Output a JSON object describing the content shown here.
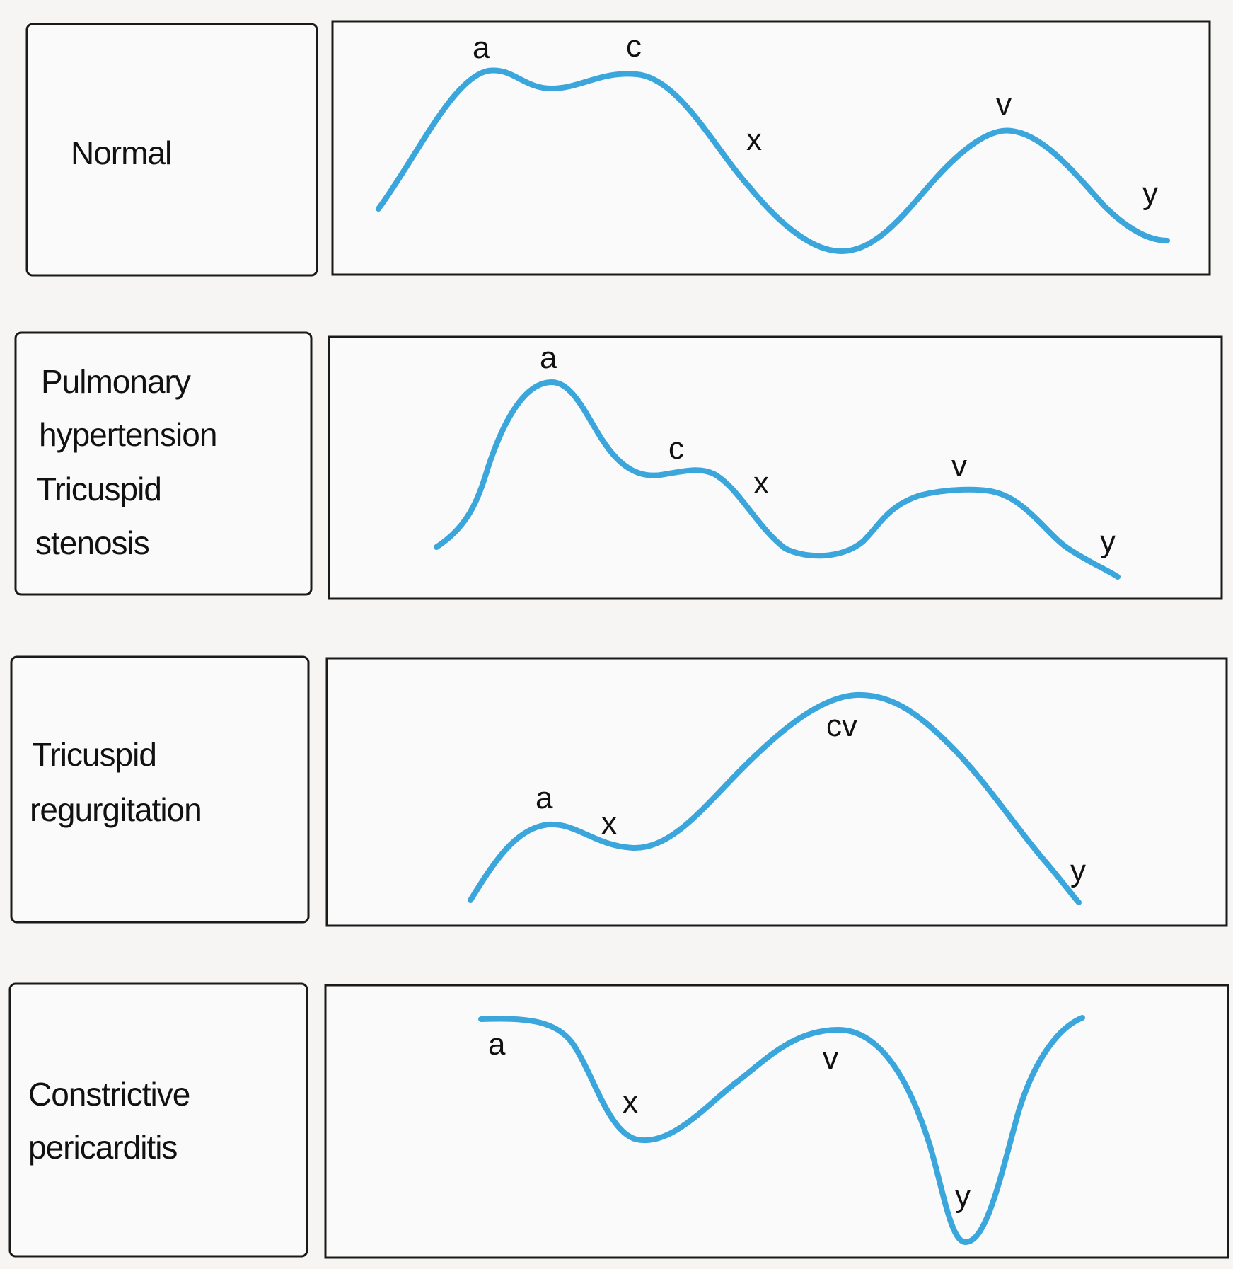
{
  "colors": {
    "wave": "#3aa6dc",
    "border": "#1a1a1a",
    "background": "#f7f5f4"
  },
  "panels": [
    {
      "condition_lines": [
        "Normal"
      ],
      "wave_labels": [
        "a",
        "c",
        "x",
        "v",
        "y"
      ]
    },
    {
      "condition_lines": [
        "Pulmonary",
        "hypertension",
        "Tricuspid",
        "stenosis"
      ],
      "wave_labels": [
        "a",
        "c",
        "x",
        "v",
        "y"
      ]
    },
    {
      "condition_lines": [
        "Tricuspid",
        "regurgitation"
      ],
      "wave_labels": [
        "a",
        "x",
        "cv",
        "y"
      ]
    },
    {
      "condition_lines": [
        "Constrictive",
        "pericarditis"
      ],
      "wave_labels": [
        "a",
        "x",
        "v",
        "y"
      ]
    }
  ]
}
